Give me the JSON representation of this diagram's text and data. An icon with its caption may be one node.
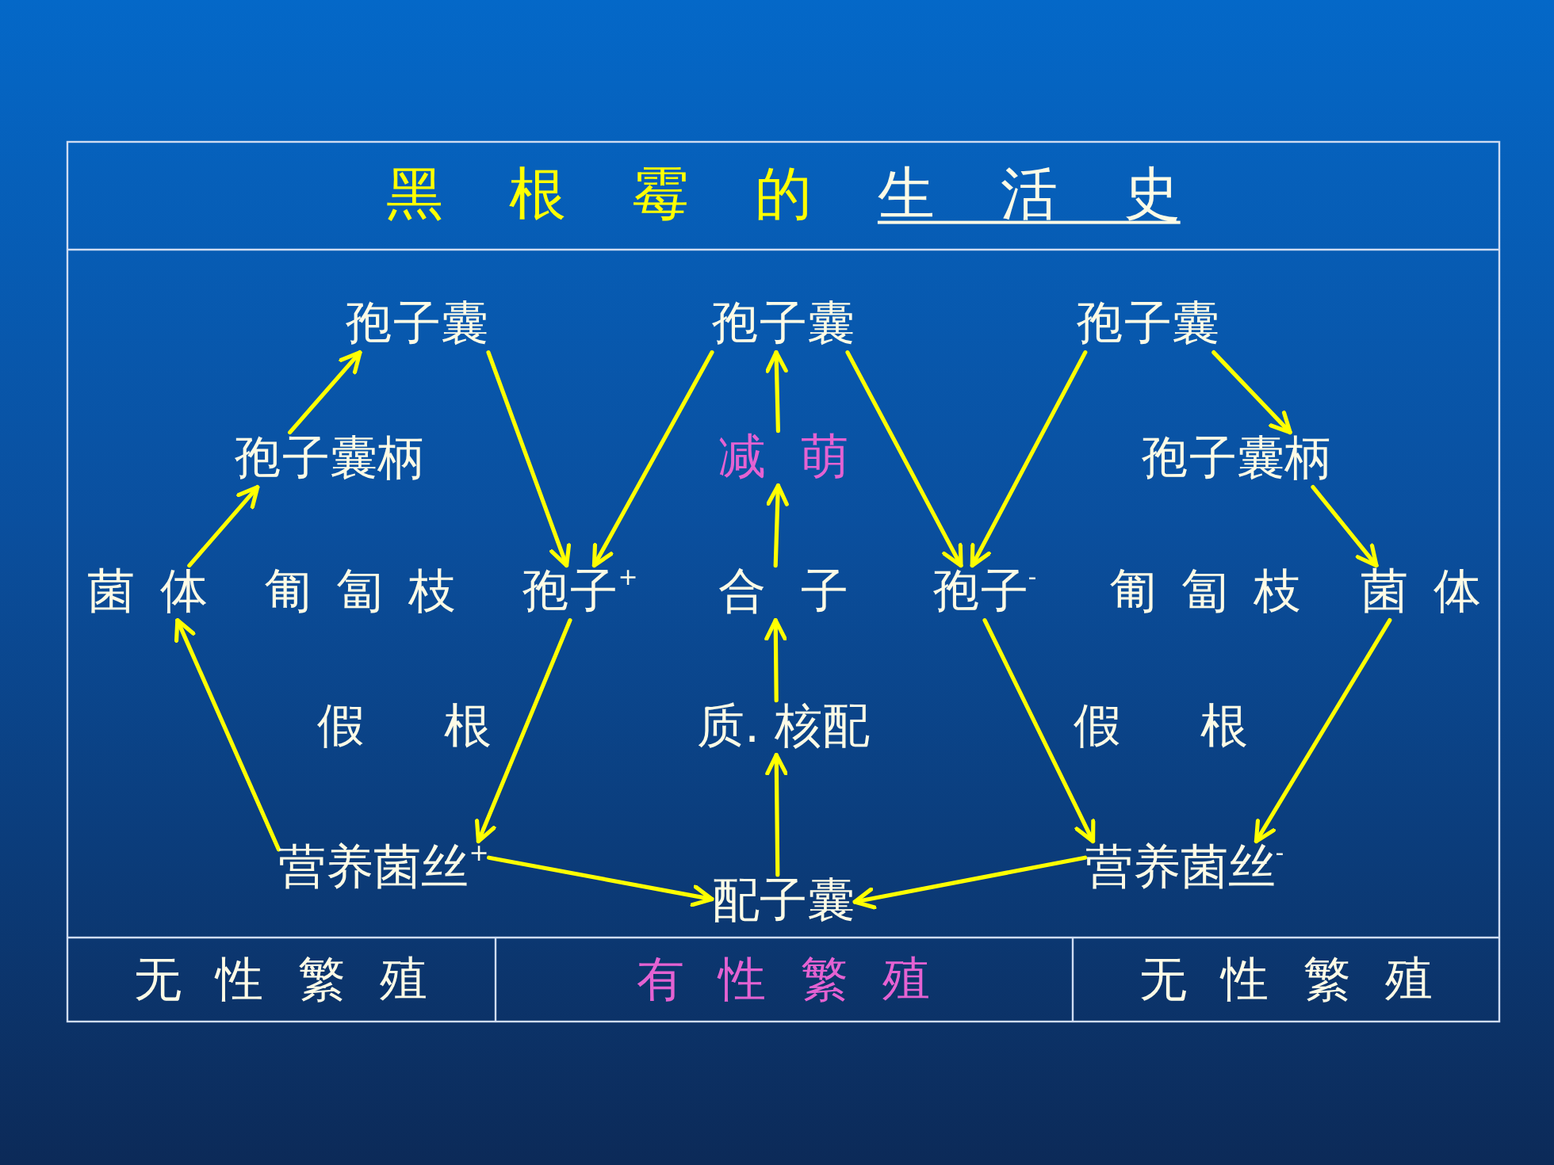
{
  "diagram": {
    "title": "黑 根 霉 的 生 活 史",
    "nodes": [
      {
        "text": [
          "孢子囊"
        ]
      },
      {
        "text": [
          "孢子囊"
        ]
      },
      {
        "text": [
          "孢子囊"
        ]
      },
      {
        "text": [
          "孢子囊柄"
        ]
      },
      {
        "text": [
          "减 萌"
        ]
      },
      {
        "text": [
          "孢子囊柄"
        ]
      },
      {
        "text": [
          "菌 体"
        ]
      },
      {
        "text": [
          "孢子$^{+}$"
        ]
      },
      {
        "text": [
          "合 子"
        ]
      },
      {
        "text": [
          "孢子$^{-}$"
        ]
      },
      {
        "text": [
          "菌 体"
        ]
      },
      {
        "text": [
          "质. 核配"
        ]
      },
      {
        "text": [
          "营养菌丝$^{+}$"
        ]
      },
      {
        "text": [
          "配子囊"
        ]
      },
      {
        "text": [
          "营养菌丝$^{-}$"
        ]
      }
    ],
    "edges": [
      {
        "from": 12,
        "to": 6,
        "arrow": "to"
      },
      {
        "from": 6,
        "to": 3,
        "arrow": "to"
      },
      {
        "from": 3,
        "to": 0,
        "arrow": "to"
      },
      {
        "from": 0,
        "to": 7,
        "arrow": "to"
      },
      {
        "from": 7,
        "to": 12,
        "arrow": "to"
      },
      {
        "from": 1,
        "to": 7,
        "arrow": "to"
      },
      {
        "from": 1,
        "to": 9,
        "arrow": "to"
      },
      {
        "from": 4,
        "to": 1,
        "arrow": "to"
      },
      {
        "from": 8,
        "to": 4,
        "arrow": "to"
      },
      {
        "from": 11,
        "to": 8,
        "arrow": "to"
      },
      {
        "from": 13,
        "to": 11,
        "arrow": "to"
      },
      {
        "from": 12,
        "to": 13,
        "arrow": "to"
      },
      {
        "from": 14,
        "to": 13,
        "arrow": "to"
      },
      {
        "from": 2,
        "to": 9,
        "arrow": "to"
      },
      {
        "from": 2,
        "to": 5,
        "arrow": "to"
      },
      {
        "from": 5,
        "to": 10,
        "arrow": "to"
      },
      {
        "from": 10,
        "to": 14,
        "arrow": "to"
      },
      {
        "from": 9,
        "to": 14,
        "arrow": "to"
      }
    ],
    "labels": [
      "匍 匐 枝",
      "匍 匐 枝",
      "假 根",
      "假 根",
      "无 性 繁 殖",
      "有 性 繁 殖",
      "无 性 繁 殖"
    ]
  }
}
